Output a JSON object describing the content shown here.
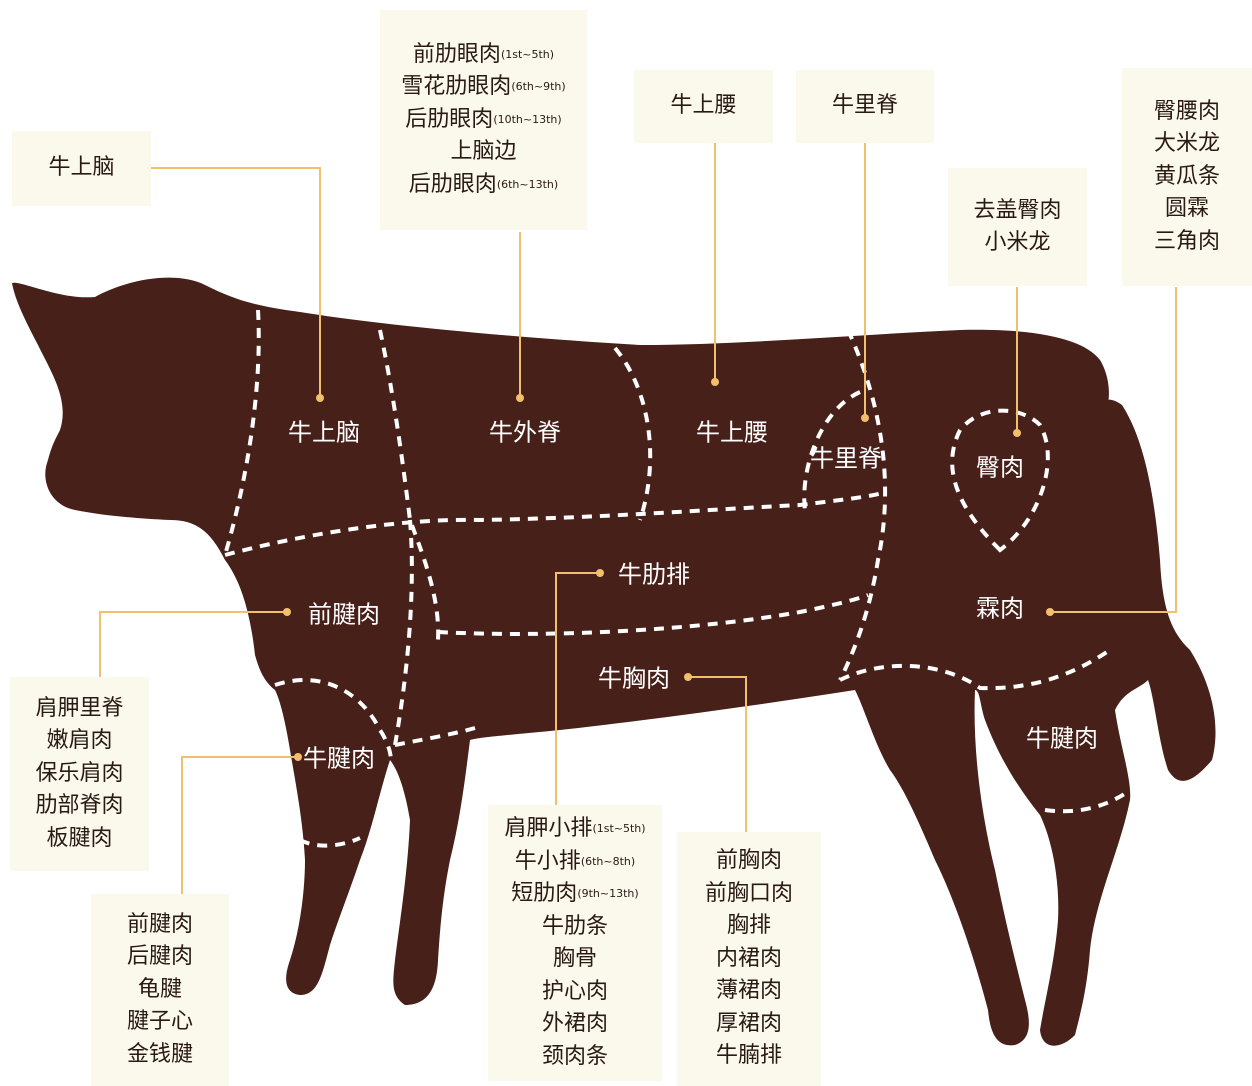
{
  "colors": {
    "body": "#472019",
    "cut_line": "#ffffff",
    "leader": "#f2c06d",
    "box_bg": "#fbf8ec",
    "box_text": "#2a1a14"
  },
  "regions": {
    "chuck": "牛上脑",
    "rib": "牛外脊",
    "short_loin": "牛上腰",
    "tenderloin": "牛里脊",
    "rump": "臀肉",
    "round": "霖肉",
    "brisket_top": "前腱肉",
    "fore_shank": "牛腱肉",
    "plate": "牛肋排",
    "brisket": "牛胸肉",
    "hind_shank": "牛腱肉"
  },
  "boxes": {
    "chuck": [
      "牛上脑"
    ],
    "rib": [
      {
        "text": "前肋眼肉",
        "sub": "(1st~5th)"
      },
      {
        "text": "雪花肋眼肉",
        "sub": "(6th~9th)"
      },
      {
        "text": "后肋眼肉",
        "sub": "(10th~13th)"
      },
      {
        "text": "上脑边",
        "sub": ""
      },
      {
        "text": "后肋眼肉",
        "sub": "(6th~13th)"
      }
    ],
    "short_loin": [
      "牛上腰"
    ],
    "tenderloin": [
      "牛里脊"
    ],
    "rump": [
      "去盖臀肉",
      "小米龙"
    ],
    "round": [
      "臀腰肉",
      "大米龙",
      "黄瓜条",
      "圆霖",
      "三角肉"
    ],
    "shoulder": [
      "肩胛里脊",
      "嫩肩肉",
      "保乐肩肉",
      "肋部脊肉",
      "板腱肉"
    ],
    "shank": [
      "前腱肉",
      "后腱肉",
      "龟腱",
      "腱子心",
      "金钱腱"
    ],
    "plate": [
      {
        "text": "肩胛小排",
        "sub": "(1st~5th)"
      },
      {
        "text": "牛小排",
        "sub": "(6th~8th)"
      },
      {
        "text": "短肋肉",
        "sub": "(9th~13th)"
      },
      {
        "text": "牛肋条",
        "sub": ""
      },
      {
        "text": "胸骨",
        "sub": ""
      },
      {
        "text": "护心肉",
        "sub": ""
      },
      {
        "text": "外裙肉",
        "sub": ""
      },
      {
        "text": "颈肉条",
        "sub": ""
      }
    ],
    "brisket": [
      "前胸肉",
      "前胸口肉",
      "胸排",
      "内裙肉",
      "薄裙肉",
      "厚裙肉",
      "牛腩排"
    ]
  }
}
